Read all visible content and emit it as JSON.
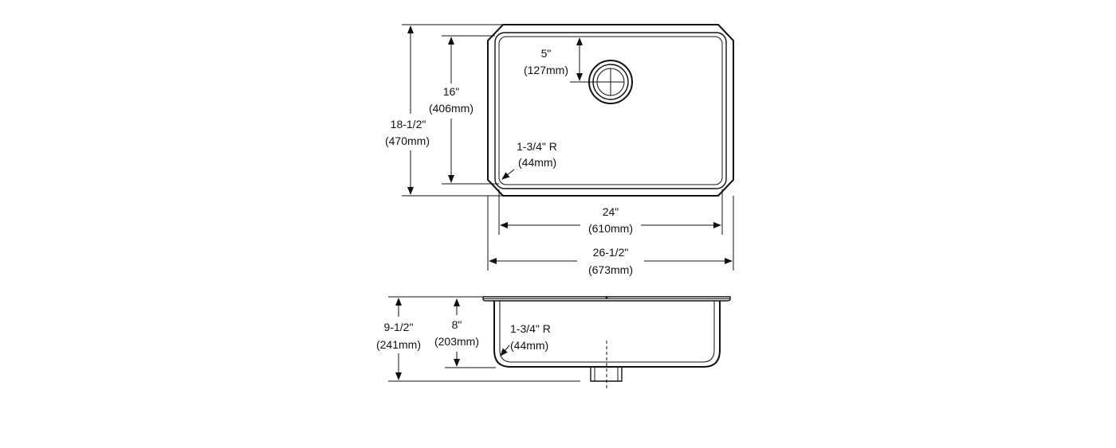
{
  "dimensions": {
    "outer_depth": {
      "imperial": "18-1/2\"",
      "metric": "(470mm)"
    },
    "bowl_depth": {
      "imperial": "16\"",
      "metric": "(406mm)"
    },
    "drain_offset": {
      "imperial": "5\"",
      "metric": "(127mm)"
    },
    "corner_radius_top": {
      "imperial": "1-3/4\" R",
      "metric": "(44mm)"
    },
    "bowl_width": {
      "imperial": "24\"",
      "metric": "(610mm)"
    },
    "outer_width": {
      "imperial": "26-1/2\"",
      "metric": "(673mm)"
    },
    "overall_height": {
      "imperial": "9-1/2\"",
      "metric": "(241mm)"
    },
    "bowl_height": {
      "imperial": "8\"",
      "metric": "(203mm)"
    },
    "corner_radius_side": {
      "imperial": "1-3/4\" R",
      "metric": "(44mm)"
    }
  }
}
